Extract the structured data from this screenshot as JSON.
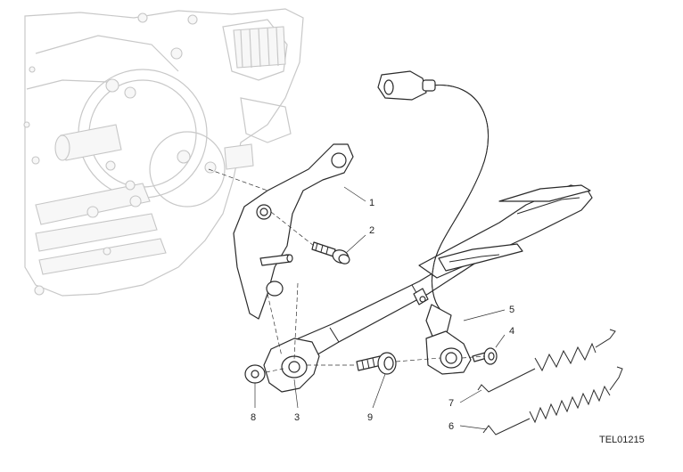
{
  "diagram": {
    "callouts": [
      "1",
      "2",
      "3",
      "4",
      "5",
      "6",
      "7",
      "8",
      "9"
    ],
    "drawing_code": "TEL01215"
  }
}
